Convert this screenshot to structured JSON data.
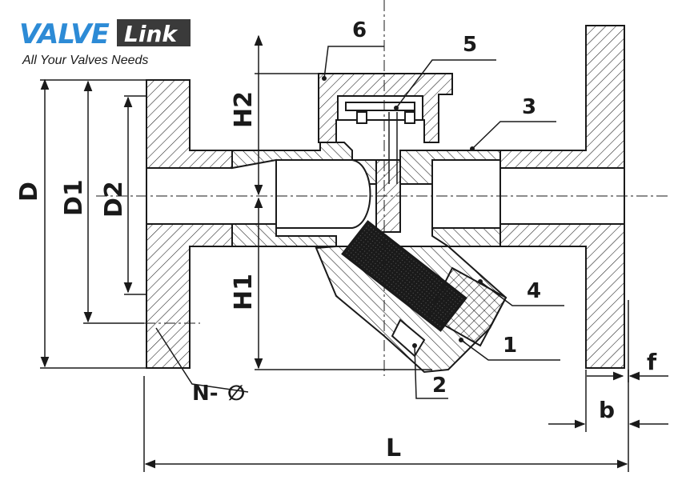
{
  "logo": {
    "brand_left": "VALVE",
    "brand_right": "Link",
    "tagline": "All Your Valves Needs",
    "colors": {
      "blue": "#2d8bd6",
      "dark": "#3a3a3a"
    }
  },
  "dimensions": {
    "D": "D",
    "D1": "D1",
    "D2": "D2",
    "H1": "H1",
    "H2": "H2",
    "L": "L",
    "b": "b",
    "f": "f",
    "N": "N-",
    "phi": "∅"
  },
  "parts": [
    "1",
    "2",
    "3",
    "4",
    "5",
    "6"
  ],
  "colors": {
    "line": "#1a1a1a",
    "paper": "#ffffff"
  }
}
